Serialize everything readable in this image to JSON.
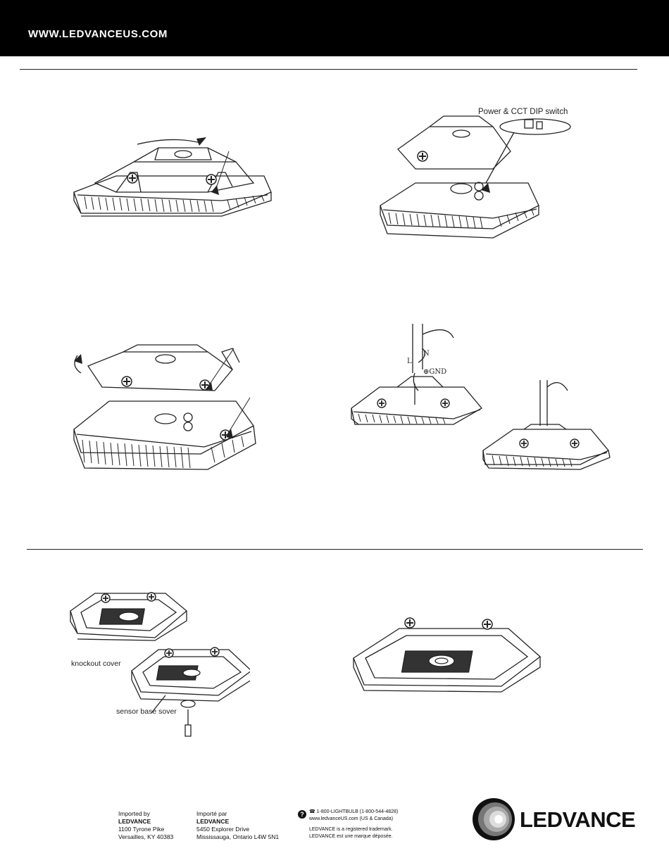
{
  "header": {
    "url": "WWW.LEDVANCEUS.COM"
  },
  "figures": {
    "dip_switch_label": "Power & CCT DIP switch",
    "wire_n": "N",
    "wire_l": "L",
    "wire_gnd": "⊕GND",
    "knockout_label": "knockout cover",
    "sensor_label": "sensor base sover"
  },
  "footer": {
    "us": {
      "intro": "Imported by",
      "name": "LEDVANCE",
      "line1": "1100 Tyrone Pike",
      "line2": "Versailles, KY 40383"
    },
    "ca": {
      "intro": "Importé par",
      "name": "LEDVANCE",
      "line1": "5450 Explorer Drive",
      "line2": "Mississauga, Ontario L4W 5N1"
    },
    "contact": {
      "phone": "☎ 1-800-LIGHTBULB (1-800-544-4828)",
      "web": "www.ledvanceUS.com (US & Canada)",
      "tm1": "LEDVANCE is a registered trademark.",
      "tm2": "LEDVANCE est une marque déposée."
    },
    "help_glyph": "?",
    "logo_icon": "ledvance-ring-logo-icon",
    "brand": "LEDVANCE"
  }
}
